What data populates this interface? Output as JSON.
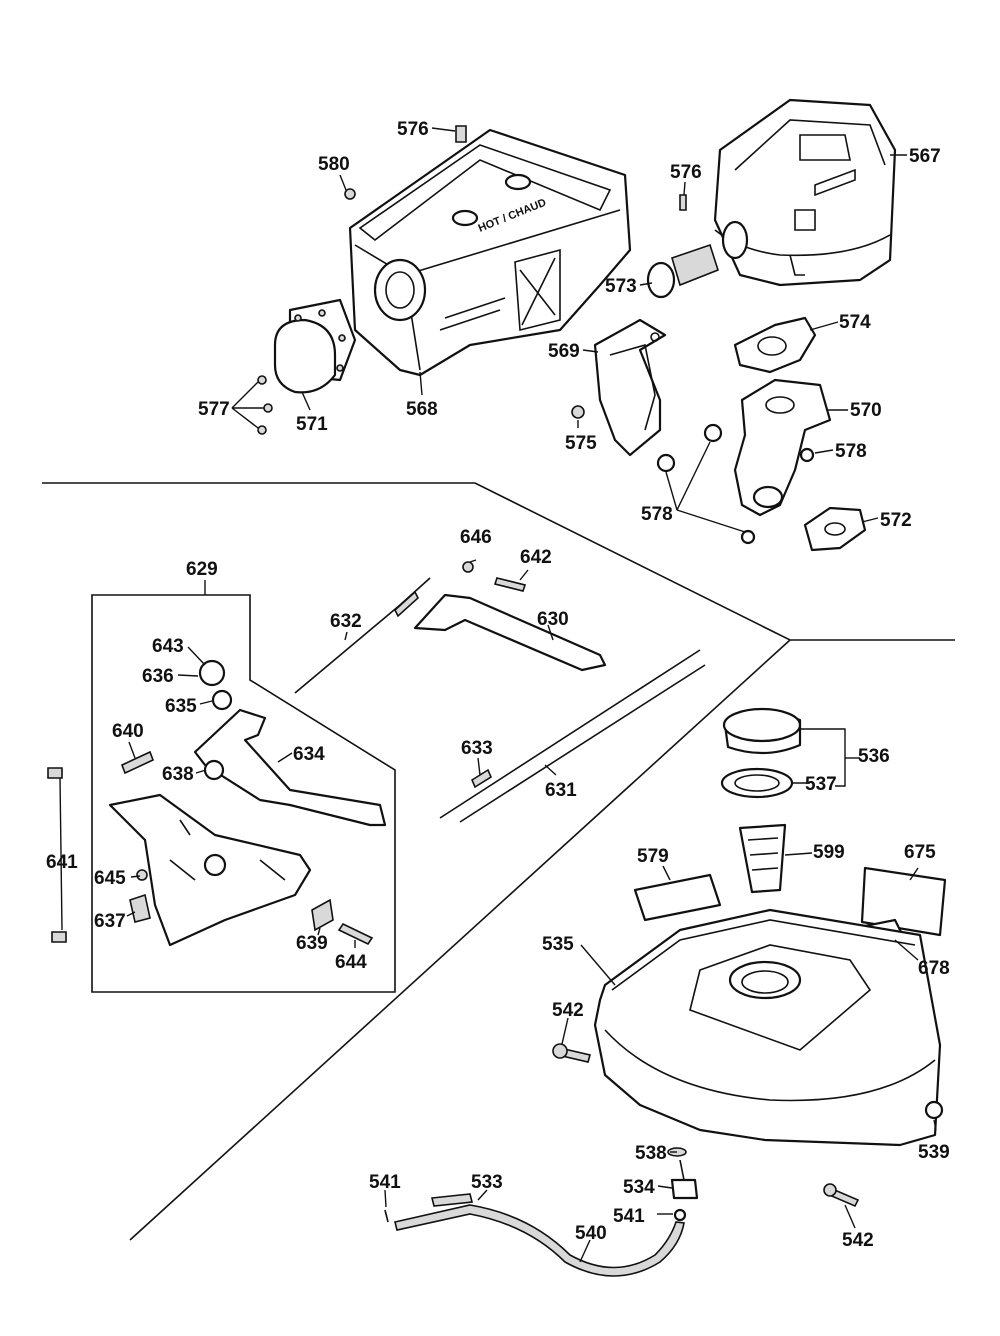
{
  "callouts": {
    "c576a": "576",
    "c580": "580",
    "c567": "567",
    "c576b": "576",
    "c573": "573",
    "c574": "574",
    "c569": "569",
    "c570": "570",
    "c577": "577",
    "c571": "571",
    "c568": "568",
    "c575": "575",
    "c578a": "578",
    "c578b": "578",
    "c572": "572",
    "c629": "629",
    "c646": "646",
    "c642": "642",
    "c632": "632",
    "c630": "630",
    "c643": "643",
    "c636": "636",
    "c635": "635",
    "c640": "640",
    "c634": "634",
    "c633": "633",
    "c631": "631",
    "c638": "638",
    "c641": "641",
    "c645": "645",
    "c637": "637",
    "c639": "639",
    "c644": "644",
    "c536": "536",
    "c537": "537",
    "c599": "599",
    "c579": "579",
    "c675": "675",
    "c678": "678",
    "c535": "535",
    "c542a": "542",
    "c539": "539",
    "c538": "538",
    "c534": "534",
    "c541a": "541",
    "c533": "533",
    "c541b": "541",
    "c540": "540",
    "c542b": "542"
  },
  "stamp": "HOT / CHAUD"
}
